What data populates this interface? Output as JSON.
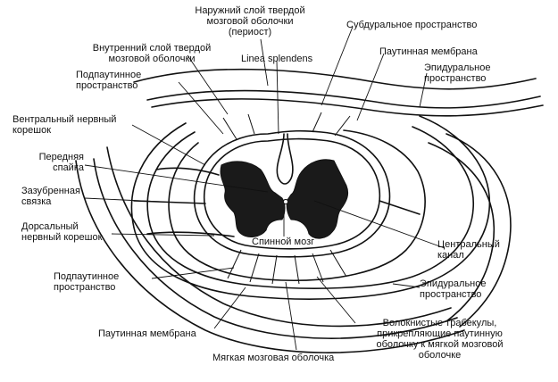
{
  "labels": {
    "outer_dura": "Наружний слой твердой\nмозговой оболочки\n(периост)",
    "subdural_space": "Субдуральное пространство",
    "inner_dura": "Внутренний слой твердой\nмозговой оболочки",
    "linea_splendens": "Linea splendens",
    "arachnoid_top": "Паутинная мембрана",
    "subarachnoid_top": "Подпаутинное\nпространство",
    "epidural_top": "Эпидуральное\nпространство",
    "ventral_root": "Вентральный нервный\nкорешок",
    "anterior_commissure": "Передняя\nспайка",
    "denticulate_ligament": "Зазубренная\nсвязка",
    "dorsal_root": "Дорсальный\nнервный корешок",
    "spinal_cord": "Спинной мозг",
    "central_canal": "Центральный\nканал",
    "subarachnoid_bottom": "Подпаутинное\nпространство",
    "epidural_bottom": "Эпидуральное\nпространство",
    "arachnoid_bottom": "Паутинная мембрана",
    "trabeculae": "Волокнистые трабекулы,\nприкрепляющие паутинную\nоболочку к мягкой мозговой\nоболочке",
    "pia_mater": "Мягкая мозговая оболочка"
  }
}
